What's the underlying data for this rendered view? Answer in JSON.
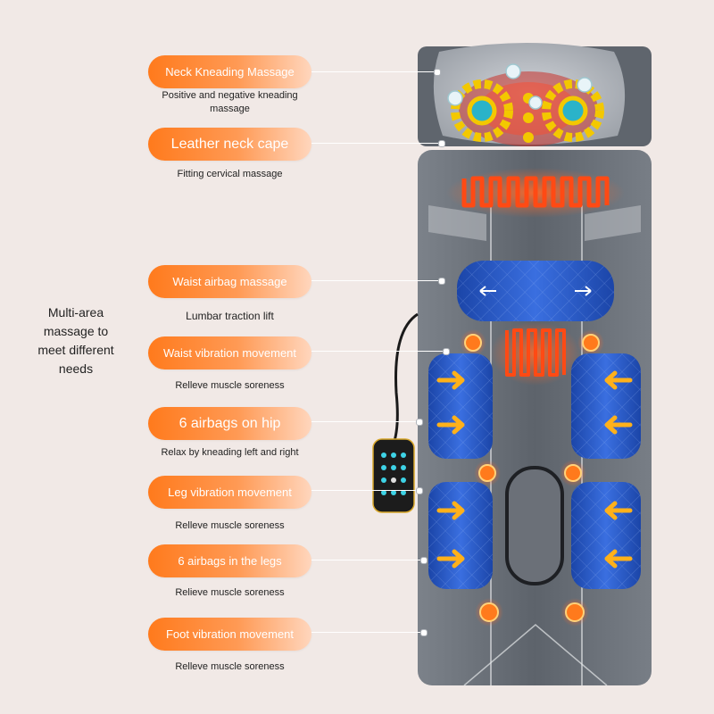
{
  "side_note": "Multi-area massage to meet different needs",
  "features": [
    {
      "title": "Neck Kneading Massage",
      "desc": "Positive and negative kneading massage"
    },
    {
      "title": "Leather neck cape",
      "desc": "Fitting cervical massage"
    },
    {
      "title": "Waist airbag massage",
      "desc": "Lumbar traction lift"
    },
    {
      "title": "Waist vibration movement",
      "desc": "Relleve muscle soreness"
    },
    {
      "title": "6 airbags on hip",
      "desc": "Relax by kneading left and right"
    },
    {
      "title": "Leg vibration movement",
      "desc": "Relleve muscle soreness"
    },
    {
      "title": "6 airbags in the legs",
      "desc": "Relieve muscle soreness"
    },
    {
      "title": "Foot vibration movement",
      "desc": "Relleve muscle soreness"
    }
  ],
  "colors": {
    "accent_orange": "#ff7a1c",
    "mat_gray": "#6a7079",
    "airbag_blue": "#2452b8",
    "heat_red": "#ff3a12",
    "background": "#f1e9e6"
  }
}
